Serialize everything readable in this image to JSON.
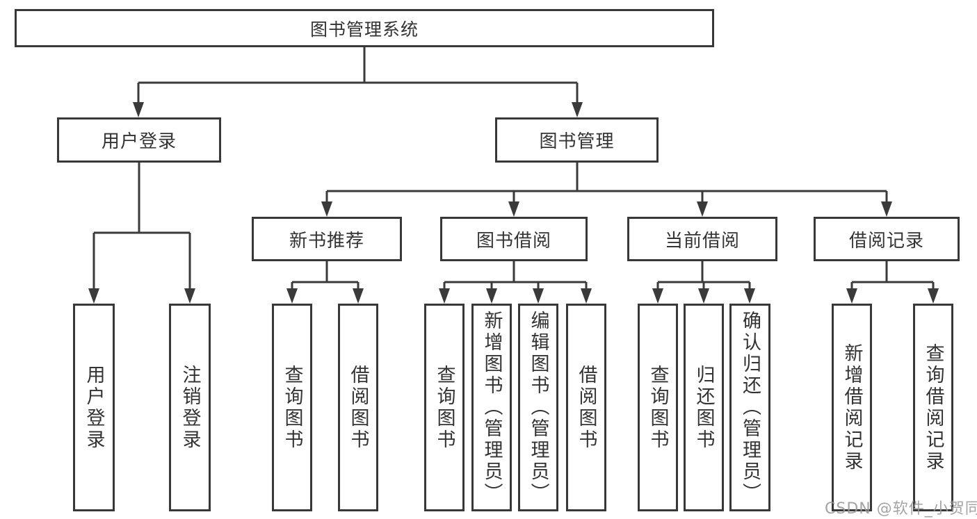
{
  "diagram": {
    "type": "hierarchy-tree",
    "tree": {
      "root": {
        "label": "图书管理系统"
      },
      "branches": [
        {
          "label": "用户登录",
          "children": [
            {
              "label": "用户登录"
            },
            {
              "label": "注销登录"
            }
          ]
        },
        {
          "label": "图书管理",
          "children": [
            {
              "label": "新书推荐",
              "children": [
                {
                  "label": "查询图书"
                },
                {
                  "label": "借阅图书"
                }
              ]
            },
            {
              "label": "图书借阅",
              "children": [
                {
                  "label": "查询图书"
                },
                {
                  "label": "新增图书（管理员）"
                },
                {
                  "label": "编辑图书（管理员）"
                },
                {
                  "label": "借阅图书"
                }
              ]
            },
            {
              "label": "当前借阅",
              "children": [
                {
                  "label": "查询图书"
                },
                {
                  "label": "归还图书"
                },
                {
                  "label": "确认归还（管理员）"
                }
              ]
            },
            {
              "label": "借阅记录",
              "children": [
                {
                  "label": "新增借阅记录"
                },
                {
                  "label": "查询借阅记录"
                }
              ]
            }
          ]
        }
      ]
    },
    "watermark": {
      "text": "CSDN @软件_小贺同学"
    },
    "colors": {
      "line": "#3a3a3a",
      "box_border": "#383838",
      "text": "#333333",
      "node_background": "#ffffff",
      "background": "#ffffff",
      "watermark": "#9a9a9a"
    }
  }
}
